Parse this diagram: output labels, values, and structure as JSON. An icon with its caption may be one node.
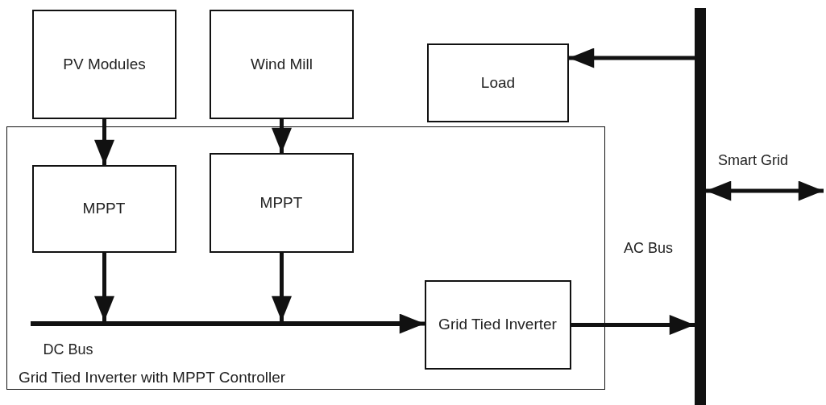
{
  "diagram": {
    "nodes": [
      {
        "text": [
          "PV Modules"
        ]
      },
      {
        "text": [
          "Wind Mill"
        ]
      },
      {
        "text": [
          "Load"
        ]
      },
      {
        "text": [],
        "shape": "bar",
        "beside": [
          "AC Bus"
        ]
      },
      {
        "text": [
          "Grid Tied Inverter with MPPT Controller"
        ]
      },
      {
        "text": [
          "MPPT"
        ],
        "in": 4
      },
      {
        "text": [
          "MPPT"
        ],
        "in": 4
      },
      {
        "text": [],
        "shape": "bar",
        "beside": [
          "DC Bus"
        ],
        "in": 4
      },
      {
        "text": [
          "Grid Tied Inverter"
        ],
        "in": 4
      }
    ],
    "edges": [
      {
        "from": 0,
        "to": 5,
        "arrow": "to"
      },
      {
        "from": 1,
        "to": 6,
        "arrow": "to"
      },
      {
        "from": 5,
        "to": 7,
        "arrow": "to"
      },
      {
        "from": 6,
        "to": 7,
        "arrow": "to"
      },
      {
        "from": 7,
        "to": 8,
        "arrow": "to"
      },
      {
        "from": 8,
        "to": 3,
        "arrow": "to"
      },
      {
        "from": 3,
        "to": 2,
        "arrow": "to"
      },
      {
        "from": 3,
        "to": null,
        "arrow": "both",
        "label": "Smart Grid"
      }
    ]
  }
}
